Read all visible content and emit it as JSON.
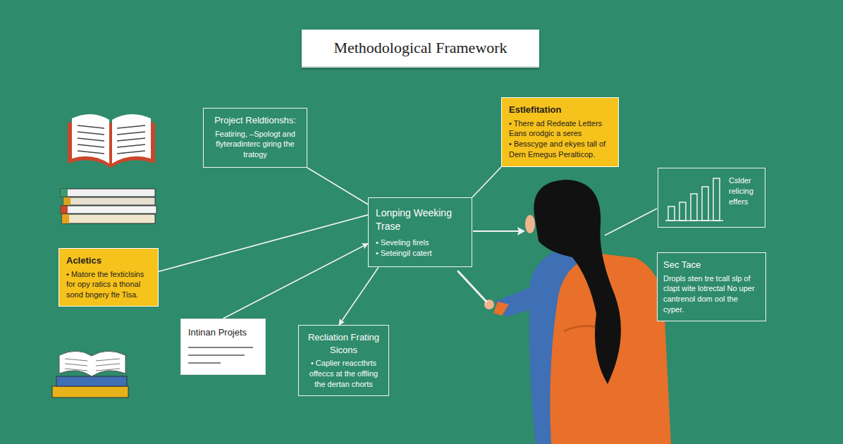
{
  "diagram": {
    "title": "Methodological Framework",
    "nodes": [
      {
        "text": [
          "Project Reldtionshs:",
          "Featiring, –Spologt and flyteradinterc giring the tratogy"
        ]
      },
      {
        "text": [
          "Estlefitation",
          "• There ad Redeate Letters Eans orodgic a seres",
          "• Besscyge and ekyes tall of Dern Emegus Peralticop."
        ]
      },
      {
        "text": [
          "Lonping Weeking Trase",
          "• Seveling firels",
          "• Seteingil catert"
        ]
      },
      {
        "text": [
          "Cslder relicing effers"
        ]
      },
      {
        "text": [
          "Acletics",
          "• Matore the fexticlsins for opy ratics a thonal sond bngery fte Tisa."
        ]
      },
      {
        "text": [
          "Intinan Projets"
        ]
      },
      {
        "text": [
          "Recliation Frating Sicons",
          "• Caplier reaccthrts offeccs at the offling the dertan chorts"
        ]
      },
      {
        "text": [
          "Sec Tace",
          "Dropls sten tre tcall slp of clapt wite lotrectal No uper cantrenol dom ool the cyper."
        ]
      }
    ],
    "edges": [
      {
        "from": 0,
        "to": 2,
        "arrow": "none"
      },
      {
        "from": 1,
        "to": 2,
        "arrow": "none"
      },
      {
        "from": 4,
        "to": 2,
        "arrow": "none"
      },
      {
        "from": 5,
        "to": 2,
        "arrow": "to"
      },
      {
        "from": 2,
        "to": 6,
        "arrow": "to"
      }
    ]
  }
}
